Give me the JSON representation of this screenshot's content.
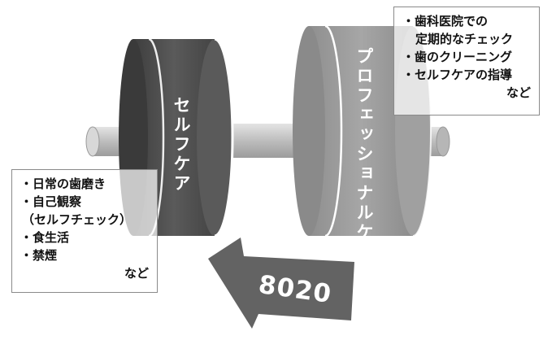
{
  "self_care": {
    "label": "セルフケア",
    "items": [
      "・日常の歯磨き",
      "・自己観察",
      "（セルフチェック）",
      "・食生活",
      "・禁煙"
    ],
    "etc": "など"
  },
  "professional_care": {
    "label": "プロフェッショナルケア",
    "items": [
      "・歯科医院での",
      "定期的なチェック",
      "・歯のクリーニング",
      "・セルフケアの指導"
    ],
    "etc": "など"
  },
  "arrow": {
    "label": "8020"
  },
  "colors": {
    "self_plate": "#555555",
    "pro_plate": "#9a9a9a",
    "arrow": "#666666",
    "bar": "#c8c8c8"
  }
}
